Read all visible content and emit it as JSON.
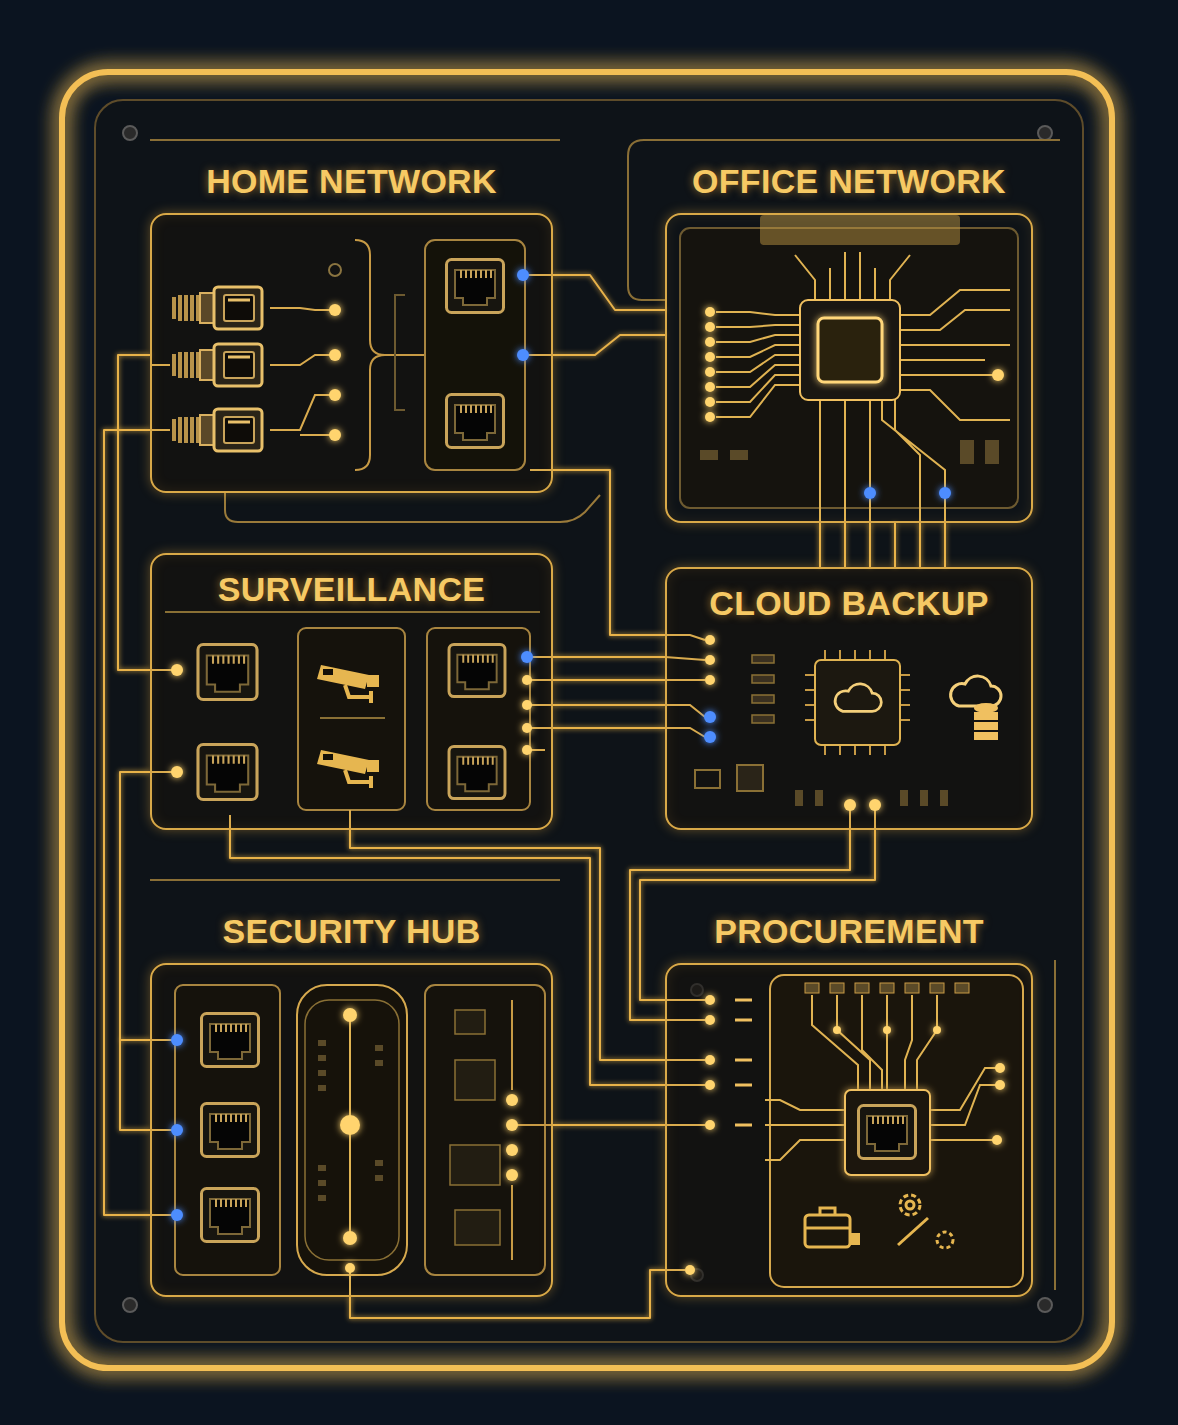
{
  "diagram": {
    "nodes": [
      {
        "text": [
          "HOME NETWORK"
        ]
      },
      {
        "text": [
          "OFFICE NETWORK"
        ]
      },
      {
        "text": [
          "SURVEILLANCE"
        ]
      },
      {
        "text": [
          "CLOUD BACKUP"
        ]
      },
      {
        "text": [
          "SECURITY HUB"
        ]
      },
      {
        "text": [
          "PROCUREMENT"
        ]
      }
    ],
    "edges": [
      {
        "from": 0,
        "to": 1,
        "arrow": "none"
      },
      {
        "from": 0,
        "to": 2,
        "arrow": "none"
      },
      {
        "from": 0,
        "to": 3,
        "arrow": "none"
      },
      {
        "from": 1,
        "to": 3,
        "arrow": "none"
      },
      {
        "from": 2,
        "to": 3,
        "arrow": "none"
      },
      {
        "from": 0,
        "to": 4,
        "arrow": "none"
      },
      {
        "from": 2,
        "to": 4,
        "arrow": "none"
      },
      {
        "from": 2,
        "to": 5,
        "arrow": "none"
      },
      {
        "from": 3,
        "to": 5,
        "arrow": "none"
      },
      {
        "from": 4,
        "to": 5,
        "arrow": "none"
      }
    ]
  }
}
